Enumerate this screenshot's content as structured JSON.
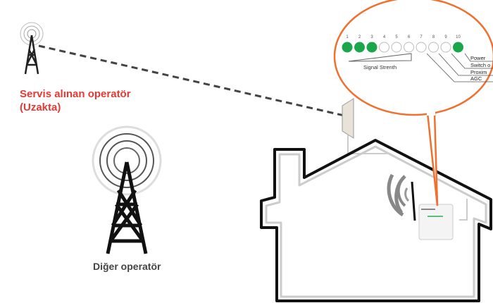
{
  "labels": {
    "remote_operator_line1": "Servis alınan operatör",
    "remote_operator_line2": "(Uzakta)",
    "other_operator": "Diğer operatör"
  },
  "panel": {
    "led_numbers": [
      "1",
      "2",
      "3",
      "4",
      "5",
      "6",
      "7",
      "8",
      "9",
      "10"
    ],
    "led_on": [
      true,
      true,
      true,
      false,
      false,
      false,
      false,
      false,
      false,
      true
    ],
    "signal_strength_label": "Signal Strenth",
    "callouts": [
      "Power",
      "Switch o",
      "Proxim",
      "AGC"
    ]
  },
  "colors": {
    "callout": "#f07030",
    "led_on": "#1aa64a",
    "remote_label": "#e53935"
  }
}
